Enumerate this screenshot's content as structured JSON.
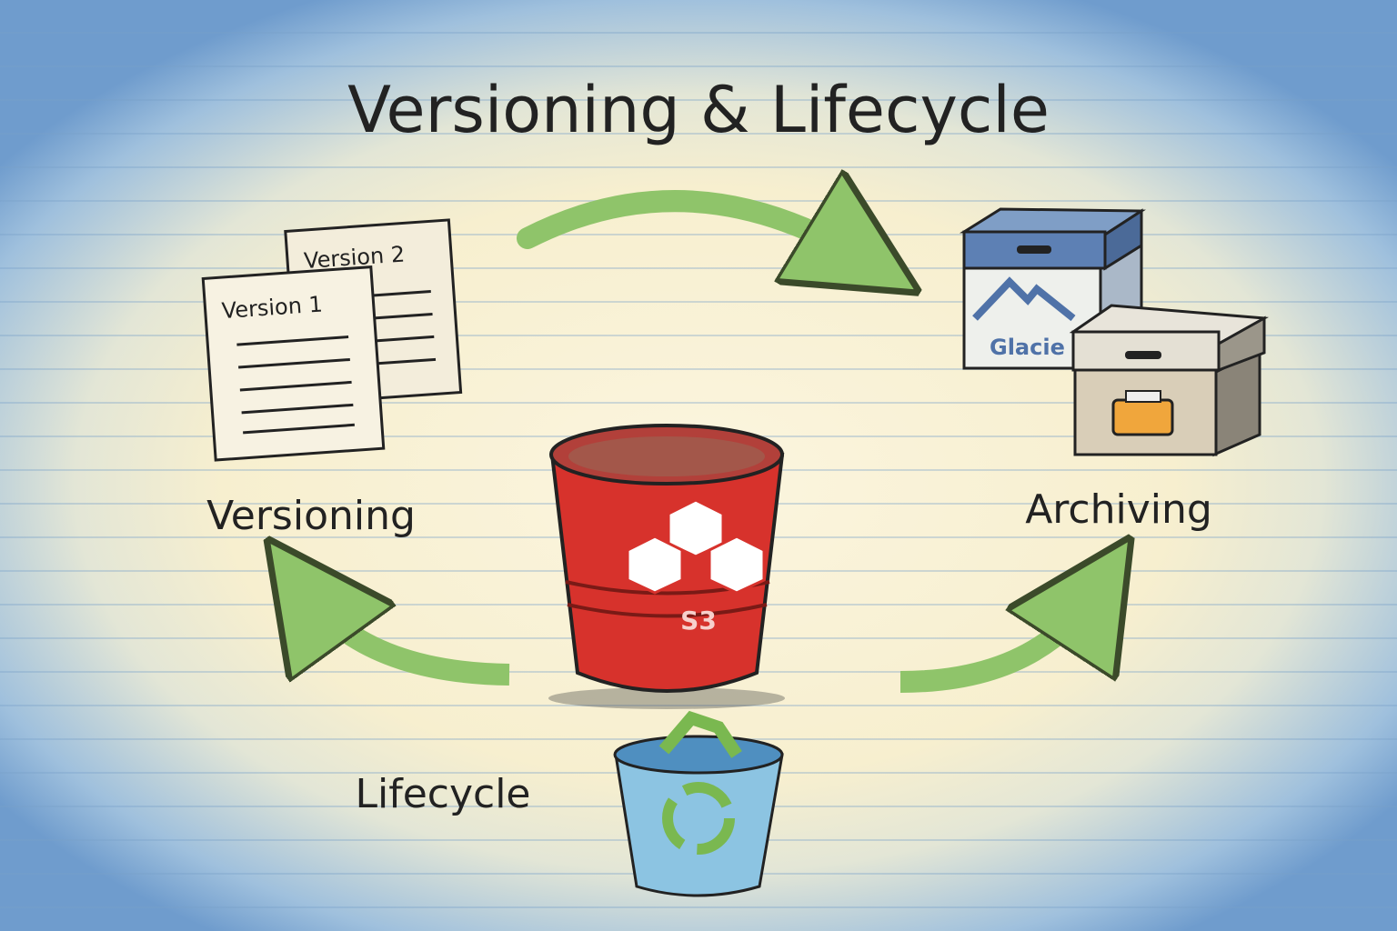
{
  "title": "Versioning & Lifecycle",
  "versioning": {
    "label": "Versioning",
    "documents": [
      "Version 2",
      "Version 1"
    ]
  },
  "archiving": {
    "label": "Archiving",
    "glacier_box_label": "Glacie"
  },
  "bucket": {
    "label": "S3",
    "color": "#d7322c"
  },
  "lifecycle": {
    "label": "Lifecycle"
  },
  "arrow_color": "#8fc46a",
  "icons": [
    "document-icon",
    "glacier-box-icon",
    "archive-box-icon",
    "s3-bucket-icon",
    "recycle-bin-icon",
    "arrow-icon"
  ]
}
